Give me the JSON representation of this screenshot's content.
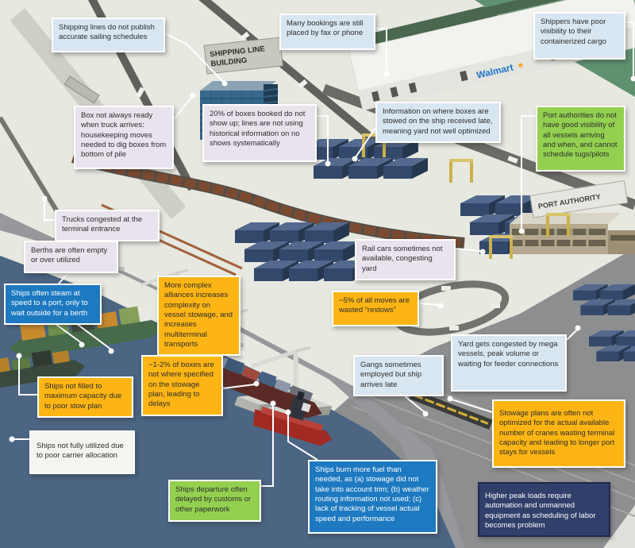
{
  "title": "Container port pain points infographic",
  "colors": {
    "light_blue": "#d8e6f1",
    "lavender": "#e8e3ed",
    "green": "#93d050",
    "amber": "#fcb514",
    "blue": "#1d79c0",
    "navy": "#313f6b",
    "white_box": "#f4f4f0",
    "water": "#4b6583",
    "ground": "#e7e8e0",
    "grass": "#5f9070",
    "asphalt": "#8d8e90"
  },
  "buildings": {
    "shipping_line_1": "SHIPPING LINE",
    "shipping_line_2": "BUILDING",
    "walmart": "Walmart",
    "walmart_spark": "✷",
    "port_authority": "PORT AUTHORITY"
  },
  "callouts": [
    {
      "id": "shipping-lines-schedules",
      "style": "lightblue",
      "text": "Shipping lines do not publish accurate sailing schedules"
    },
    {
      "id": "bookings-fax-phone",
      "style": "lightblue",
      "text": "Many bookings are still placed by fax or phone"
    },
    {
      "id": "shippers-poor-visibility",
      "style": "lightblue",
      "text": "Shippers have poor visibility to their containerized cargo"
    },
    {
      "id": "box-not-ready",
      "style": "lavender",
      "text": "Box not always ready when truck arrives: housekeeping moves needed to dig boxes from bottom of pile"
    },
    {
      "id": "boxes-no-show",
      "style": "lavender",
      "text": "20% of boxes booked do not show up; lines are not using historical information on no shows systematically"
    },
    {
      "id": "stowage-info-late",
      "style": "lightblue",
      "text": "Information on where boxes are stowed on the ship received late, meaning yard not well optimized"
    },
    {
      "id": "port-authority-visibility",
      "style": "green",
      "text": "Port authorities do not have good visibility of all vessels arriving and when, and cannot schedule tugs/pilots"
    },
    {
      "id": "trucks-congested",
      "style": "lavender",
      "text": "Trucks congested at the terminal entrance"
    },
    {
      "id": "berths-empty",
      "style": "lavender",
      "text": "Berths are often empty or over utilized"
    },
    {
      "id": "ships-steam-wait",
      "style": "blue",
      "text": "Ships often steam at speed to a port, only to wait outside for a berth"
    },
    {
      "id": "complex-alliances",
      "style": "amber",
      "text": "More complex alliances increases complexity on vessel stowage, and increases multiterminal transports"
    },
    {
      "id": "rail-cars-unavailable",
      "style": "lavender",
      "text": "Rail cars sometimes not available, congesting yard"
    },
    {
      "id": "wasted-restows",
      "style": "amber",
      "text": "~5% of all moves are wasted “restows”"
    },
    {
      "id": "ships-not-filled",
      "style": "amber",
      "text": "Ships not filled to maximum capacity due to poor stow plan"
    },
    {
      "id": "boxes-misplaced",
      "style": "amber",
      "text": "~1-2% of boxes are not where specified on the stowage plan, leading to delays"
    },
    {
      "id": "gangs-ship-late",
      "style": "lightblue",
      "text": "Gangs sometimes employed but ship arrives late"
    },
    {
      "id": "yard-congested",
      "style": "lightblue",
      "text": "Yard gets congested by mega vessels, peak volume  or waiting for feeder connections"
    },
    {
      "id": "ships-underutilized",
      "style": "white",
      "text": "Ships not fully utilized due to poor carrier allocation"
    },
    {
      "id": "stowage-plans-not-optimized",
      "style": "amber",
      "text": "Stowage plans are often not optimized for the actual available number of cranes wasting terminal capacity and leading to longer port stays for vessels"
    },
    {
      "id": "departure-delayed",
      "style": "green",
      "text": "Ships departure often delayed by customs or other paperwork"
    },
    {
      "id": "ships-burn-fuel",
      "style": "blue",
      "text": "Ships burn more fuel than needed, as (a) stowage did not take into account trim; (b) weather routing information not used; (c) lack of tracking of vessel actual speed and performance"
    },
    {
      "id": "peak-loads-automation",
      "style": "navy",
      "text": "Higher peak loads require automation and unmanned equipment as scheduling of labor becomes problem"
    }
  ]
}
